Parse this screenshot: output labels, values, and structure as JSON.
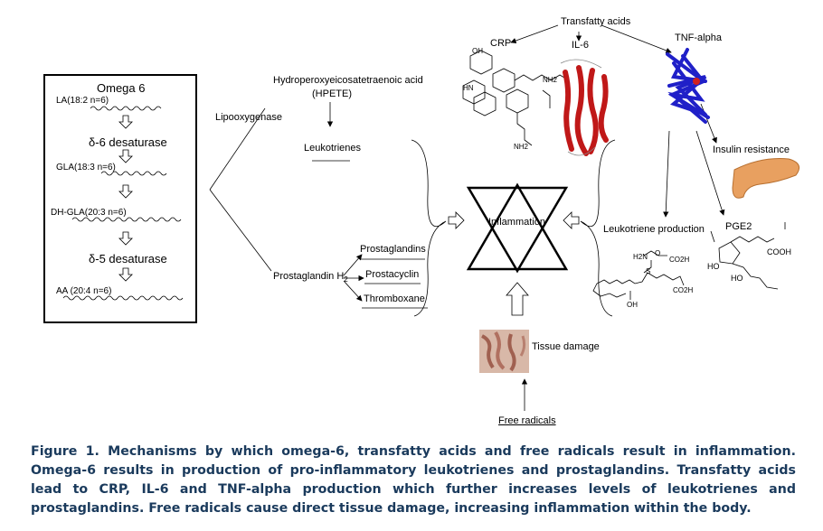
{
  "omega6": {
    "title": "Omega 6",
    "la": "LA(18:2 n=6)",
    "d6": "δ-6 desaturase",
    "gla": "GLA(18:3 n=6)",
    "dhgla": "DH-GLA(20:3 n=6)",
    "d5": "δ-5 desaturase",
    "aa": "AA (20:4 n=6)"
  },
  "pathway": {
    "lipooxygenase": "Lipooxygenase",
    "hpete1": "Hydroperoxyeicosatetraenoic acid",
    "hpete2": "(HPETE)",
    "leukotrienes": "Leukotrienes",
    "prostaglandin_h2": "Prostaglandin H",
    "h2_sub": "2",
    "prostaglandins": "Prostaglandins",
    "prostacyclin": "Prostacyclin",
    "thromboxane": "Thromboxane"
  },
  "center": {
    "inflammation": "Inflammation",
    "tissue_damage": "Tissue damage",
    "free_radicals": "Free radicals"
  },
  "right": {
    "transfatty": "Transfatty acids",
    "crp": "CRP",
    "il6": "IL-6",
    "tnf": "TNF-alpha",
    "insulin": "Insulin resistance",
    "leuko_production": "Leukotriene production",
    "pge2": "PGE2",
    "cooh": "COOH",
    "ho1": "HO",
    "ho2": "HO",
    "co2h1": "CO2H",
    "co2h2": "CO2H",
    "oh": "OH",
    "h2n": "H2N",
    "nh2": "NH2",
    "nh2b": "NH2",
    "hn": "HN",
    "o": "O",
    "oh2": "OH",
    "s": "S"
  },
  "caption": "Figure 1. Mechanisms by which omega-6, transfatty acids and free radicals result in inflammation. Omega-6 results in production of pro-inflammatory leukotrienes and prostaglandins. Transfatty acids lead to CRP, IL-6 and TNF-alpha production which further increases levels of leukotrienes and prostaglandins. Free radicals cause direct tissue damage, increasing inflammation within the body.",
  "colors": {
    "caption": "#1a3a5c",
    "il6_protein": "#d42020",
    "tnf_protein": "#2a2ad0",
    "pancreas": "#e8a060",
    "tissue": "#c89880"
  }
}
